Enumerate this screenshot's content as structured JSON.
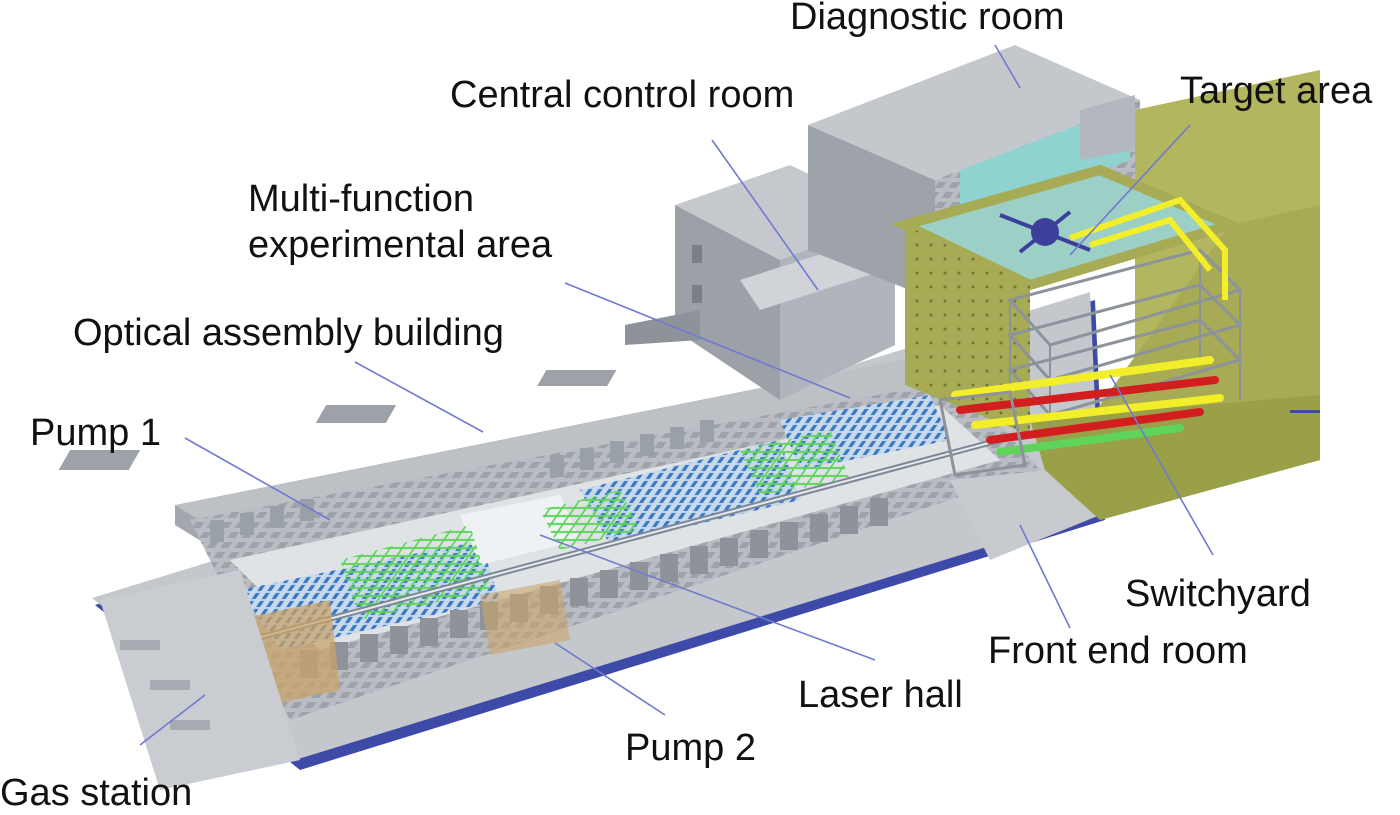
{
  "labels": {
    "diagnostic_room": "Diagnostic room",
    "central_control_room": "Central control room",
    "target_area": "Target area",
    "multi_function_line1": "Multi-function",
    "multi_function_line2": "experimental area",
    "optical_assembly_building": "Optical assembly building",
    "pump_1": "Pump 1",
    "switchyard": "Switchyard",
    "front_end_room": "Front end room",
    "laser_hall": "Laser hall",
    "pump_2": "Pump 2",
    "gas_station": "Gas station"
  },
  "colors": {
    "building_gray": "#b8bcc2",
    "building_light": "#cfd3d8",
    "building_dark": "#8f949b",
    "glass_cyan": "#8fd3d0",
    "target_olive": "#a7ab55",
    "target_olive_dark": "#7f8a3a",
    "beamline_yellow": "#f2ee2a",
    "beamline_red": "#d21e1e",
    "beam_green": "#5fd35a",
    "laser_blue": "#3a78c8",
    "base_edge_blue": "#4a57b8",
    "leader_line": "#6f7ad0"
  }
}
